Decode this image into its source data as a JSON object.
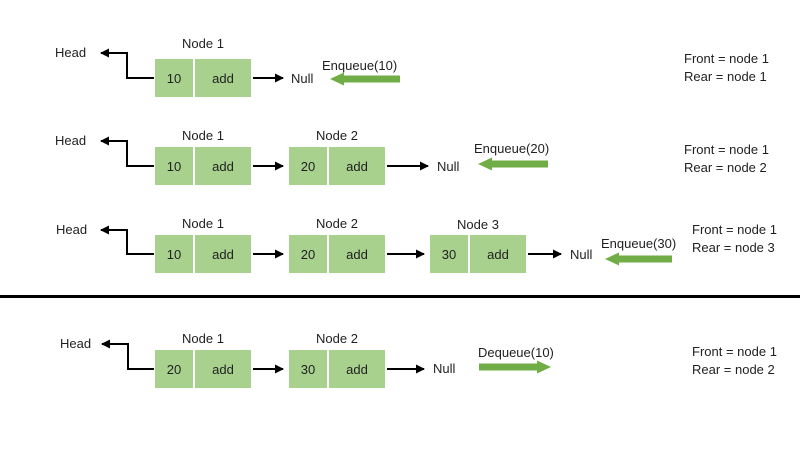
{
  "colors": {
    "node_fill": "#A9D18E",
    "green_arrow": "#70AD47",
    "line": "#000000"
  },
  "rows": [
    {
      "head": "Head",
      "nodes": [
        {
          "title": "Node 1",
          "value": "10",
          "next": "add"
        }
      ],
      "null_label": "Null",
      "op": "Enqueue(10)",
      "op_direction": "left",
      "front": "Front = node 1",
      "rear": "Rear = node 1"
    },
    {
      "head": "Head",
      "nodes": [
        {
          "title": "Node 1",
          "value": "10",
          "next": "add"
        },
        {
          "title": "Node 2",
          "value": "20",
          "next": "add"
        }
      ],
      "null_label": "Null",
      "op": "Enqueue(20)",
      "op_direction": "left",
      "front": "Front = node 1",
      "rear": "Rear = node 2"
    },
    {
      "head": "Head",
      "nodes": [
        {
          "title": "Node 1",
          "value": "10",
          "next": "add"
        },
        {
          "title": "Node 2",
          "value": "20",
          "next": "add"
        },
        {
          "title": "Node 3",
          "value": "30",
          "next": "add"
        }
      ],
      "null_label": "Null",
      "op": "Enqueue(30)",
      "op_direction": "left",
      "front": "Front = node 1",
      "rear": "Rear = node 3"
    },
    {
      "head": "Head",
      "nodes": [
        {
          "title": "Node 1",
          "value": "20",
          "next": "add"
        },
        {
          "title": "Node 2",
          "value": "30",
          "next": "add"
        }
      ],
      "null_label": "Null",
      "op": "Dequeue(10)",
      "op_direction": "right",
      "front": "Front = node 1",
      "rear": "Rear = node 2"
    }
  ]
}
